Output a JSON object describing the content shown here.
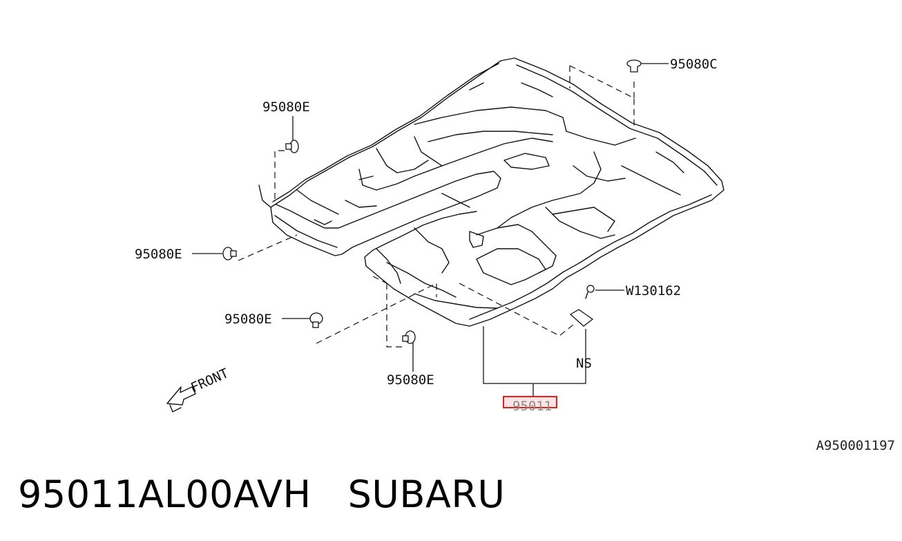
{
  "parts": {
    "clip_c": "95080C",
    "clip_e_top": "95080E",
    "clip_e_left": "95080E",
    "clip_e_mid": "95080E",
    "clip_e_bottom": "95080E",
    "screw": "W130162",
    "not_serviced": "NS",
    "main_part": "95011"
  },
  "direction_label": "FRONT",
  "diagram_id": "A950001197",
  "footer": {
    "part_number": "95011AL00AVH",
    "brand": "SUBARU"
  },
  "colors": {
    "highlight_border": "#e0201a",
    "highlight_fill": "#fde3e3"
  }
}
